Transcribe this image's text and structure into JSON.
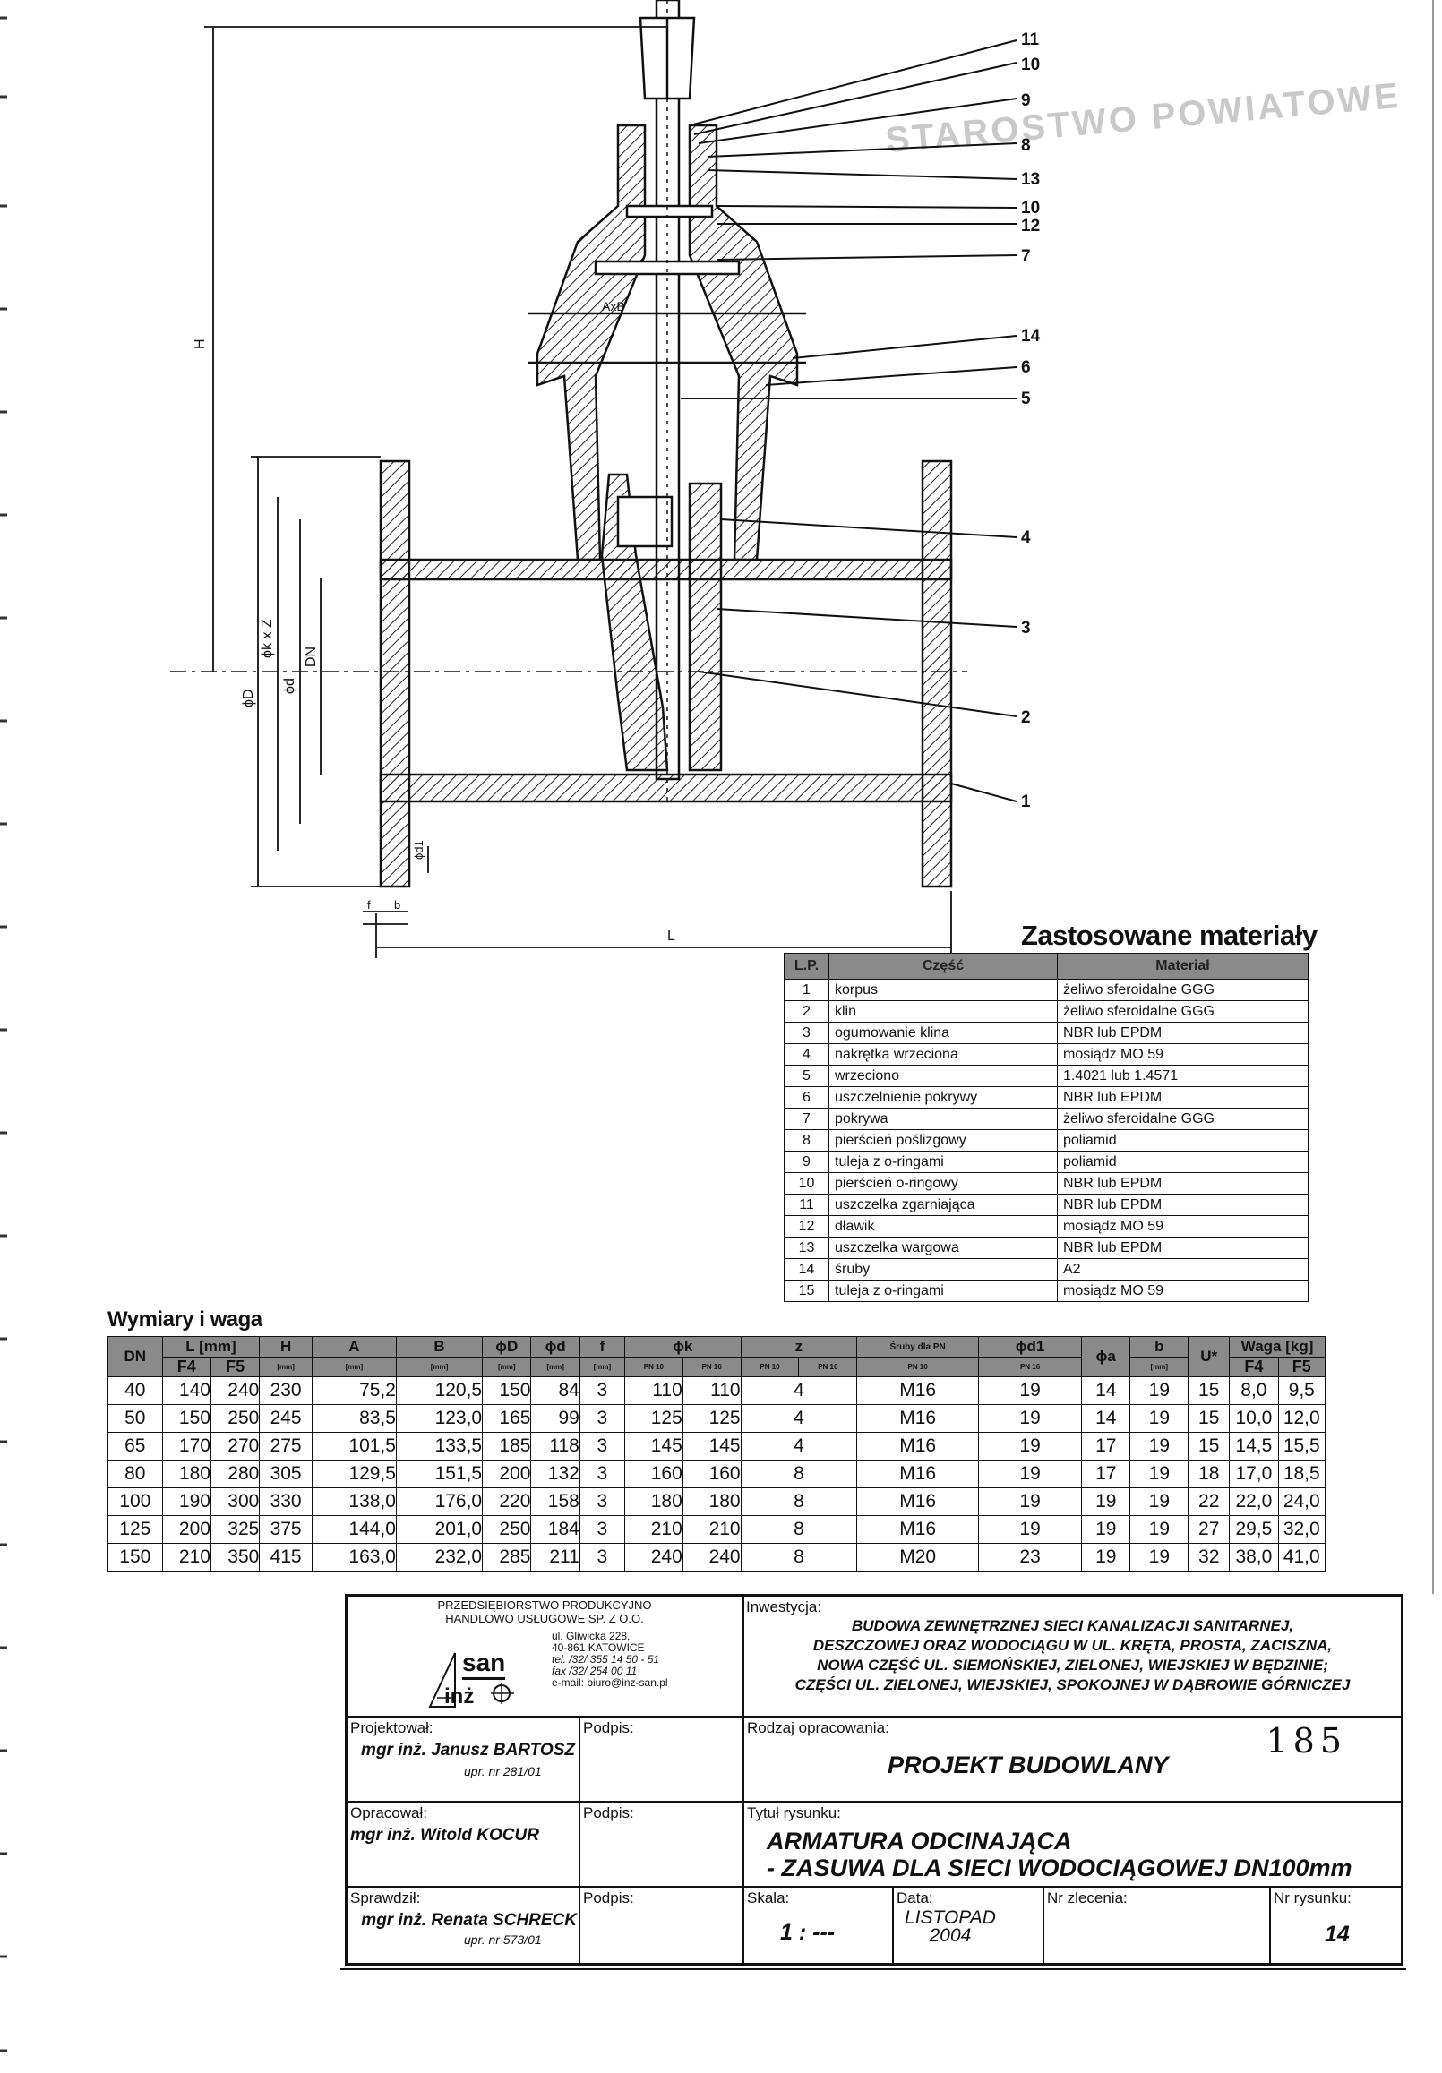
{
  "stamp": "STAROSTWO POWIATOWE",
  "callouts": [
    "11",
    "10",
    "9",
    "8",
    "13",
    "10",
    "12",
    "7",
    "14",
    "6",
    "5",
    "4",
    "3",
    "2",
    "1"
  ],
  "drawing_labels": {
    "H": "H",
    "L": "L",
    "AxB": "AxB",
    "phiD": "ϕD",
    "phik": "ϕk x Z",
    "phid": "ϕd",
    "DN": "DN",
    "phid1": "ϕd1",
    "f": "f",
    "b": "b"
  },
  "materials": {
    "title": "Zastosowane materiały",
    "headers": [
      "L.P.",
      "Część",
      "Materiał"
    ],
    "rows": [
      [
        "1",
        "korpus",
        "żeliwo sferoidalne GGG"
      ],
      [
        "2",
        "klin",
        "żeliwo sferoidalne GGG"
      ],
      [
        "3",
        "ogumowanie klina",
        "NBR lub EPDM"
      ],
      [
        "4",
        "nakrętka wrzeciona",
        "mosiądz MO 59"
      ],
      [
        "5",
        "wrzeciono",
        "1.4021 lub 1.4571"
      ],
      [
        "6",
        "uszczelnienie pokrywy",
        "NBR lub EPDM"
      ],
      [
        "7",
        "pokrywa",
        "żeliwo sferoidalne GGG"
      ],
      [
        "8",
        "pierścień poślizgowy",
        "poliamid"
      ],
      [
        "9",
        "tuleja z o-ringami",
        "poliamid"
      ],
      [
        "10",
        "pierścień o-ringowy",
        "NBR lub EPDM"
      ],
      [
        "11",
        "uszczelka zgarniająca",
        "NBR lub EPDM"
      ],
      [
        "12",
        "dławik",
        "mosiądz MO 59"
      ],
      [
        "13",
        "uszczelka wargowa",
        "NBR lub EPDM"
      ],
      [
        "14",
        "śruby",
        "A2"
      ],
      [
        "15",
        "tuleja z o-ringami",
        "mosiądz MO 59"
      ]
    ]
  },
  "dimensions": {
    "title": "Wymiary i waga",
    "headers": {
      "DN": "DN",
      "L": "L [mm]",
      "H": "H",
      "A": "A",
      "B": "B",
      "phiD": "ϕD",
      "phid": "ϕd",
      "f": "f",
      "phik": "ϕk",
      "z": "z",
      "screw": "Śruby dla PN",
      "phid1": "ϕd1",
      "phia": "ϕa",
      "b": "b",
      "U": "U*",
      "weight": "Waga [kg]",
      "F4": "F4",
      "F5": "F5",
      "mm": "[mm]",
      "pn10": "PN 10",
      "pn16": "PN 16"
    },
    "rows": [
      [
        "40",
        "140",
        "240",
        "230",
        "75,2",
        "120,5",
        "150",
        "84",
        "3",
        "110",
        "110",
        "4",
        "M16",
        "19",
        "14",
        "19",
        "15",
        "8,0",
        "9,5"
      ],
      [
        "50",
        "150",
        "250",
        "245",
        "83,5",
        "123,0",
        "165",
        "99",
        "3",
        "125",
        "125",
        "4",
        "M16",
        "19",
        "14",
        "19",
        "15",
        "10,0",
        "12,0"
      ],
      [
        "65",
        "170",
        "270",
        "275",
        "101,5",
        "133,5",
        "185",
        "118",
        "3",
        "145",
        "145",
        "4",
        "M16",
        "19",
        "17",
        "19",
        "15",
        "14,5",
        "15,5"
      ],
      [
        "80",
        "180",
        "280",
        "305",
        "129,5",
        "151,5",
        "200",
        "132",
        "3",
        "160",
        "160",
        "8",
        "M16",
        "19",
        "17",
        "19",
        "18",
        "17,0",
        "18,5"
      ],
      [
        "100",
        "190",
        "300",
        "330",
        "138,0",
        "176,0",
        "220",
        "158",
        "3",
        "180",
        "180",
        "8",
        "M16",
        "19",
        "19",
        "19",
        "22",
        "22,0",
        "24,0"
      ],
      [
        "125",
        "200",
        "325",
        "375",
        "144,0",
        "201,0",
        "250",
        "184",
        "3",
        "210",
        "210",
        "8",
        "M16",
        "19",
        "19",
        "19",
        "27",
        "29,5",
        "32,0"
      ],
      [
        "150",
        "210",
        "350",
        "415",
        "163,0",
        "232,0",
        "285",
        "211",
        "3",
        "240",
        "240",
        "8",
        "M20",
        "23",
        "19",
        "19",
        "32",
        "38,0",
        "41,0"
      ]
    ]
  },
  "title_block": {
    "company_name": "PRZEDSIĘBIORSTWO PRODUKCYJNO HANDLOWO USŁUGOWE SP. Z O.O.",
    "company_address": [
      "ul. Gliwicka 228,",
      "40-861 KATOWICE",
      "tel. /32/ 355 14 50 - 51",
      "fax /32/ 254 00 11",
      "e-mail: biuro@inz-san.pl"
    ],
    "logo_top": "san",
    "logo_bottom": "inż",
    "investment_label": "Inwestycja:",
    "investment_text": [
      "BUDOWA ZEWNĘTRZNEJ SIECI KANALIZACJI SANITARNEJ,",
      "DESZCZOWEJ ORAZ WODOCIĄGU W UL. KRĘTA, PROSTA, ZACISZNA,",
      "NOWA CZĘŚĆ UL. SIEMOŃSKIEJ, ZIELONEJ, WIEJSKIEJ W BĘDZINIE;",
      "CZĘŚCI UL. ZIELONEJ, WIEJSKIEJ, SPOKOJNEJ W DĄBROWIE GÓRNICZEJ"
    ],
    "designed_label": "Projektował:",
    "designed_name": "mgr inż. Janusz BARTOSZ",
    "designed_license": "upr. nr 281/01",
    "signature_label": "Podpis:",
    "type_label": "Rodzaj opracowania:",
    "type_value": "PROJEKT BUDOWLANY",
    "page_number": "185",
    "prepared_label": "Opracował:",
    "prepared_name": "mgr inż. Witold KOCUR",
    "drawing_title_label": "Tytuł rysunku:",
    "drawing_title": [
      "ARMATURA ODCINAJĄCA",
      "- ZASUWA DLA SIECI WODOCIĄGOWEJ DN100mm"
    ],
    "checked_label": "Sprawdził:",
    "checked_name": "mgr inż. Renata SCHRECK",
    "checked_license": "upr. nr 573/01",
    "scale_label": "Skala:",
    "scale_value": "1 : ---",
    "date_label": "Data:",
    "date_value": [
      "LISTOPAD",
      "2004"
    ],
    "order_label": "Nr zlecenia:",
    "drawing_no_label": "Nr rysunku:",
    "drawing_no_value": "14"
  }
}
